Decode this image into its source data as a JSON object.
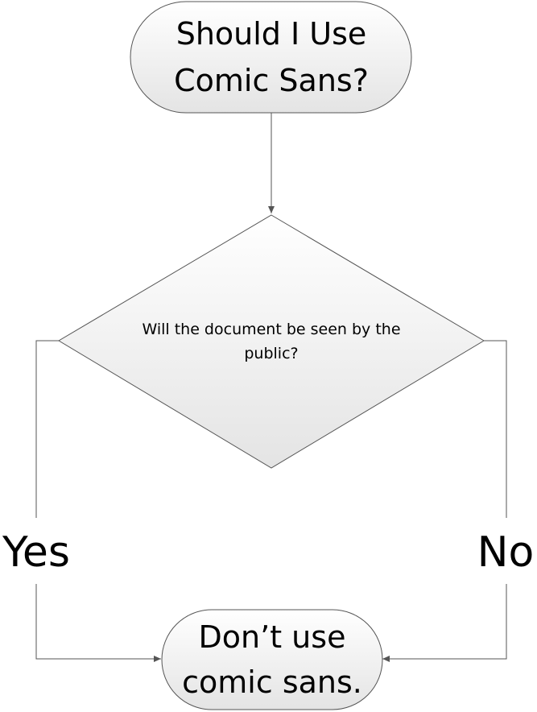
{
  "diagram": {
    "start": {
      "line1": "Should I Use",
      "line2": "Comic Sans?"
    },
    "decision": {
      "line1": "Will the document be seen by the",
      "line2": "public?"
    },
    "branches": {
      "yes": "Yes",
      "no": "No"
    },
    "end": {
      "line1": "Don’t use",
      "line2": "comic sans."
    }
  },
  "colors": {
    "shape_fill_top": "#ffffff",
    "shape_fill_bottom": "#e6e6e6",
    "stroke": "#555555",
    "text": "#000000"
  }
}
